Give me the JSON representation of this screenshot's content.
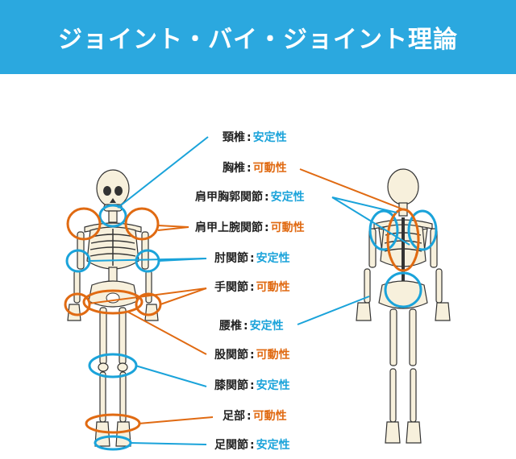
{
  "header": {
    "title": "ジョイント・バイ・ジョイント理論"
  },
  "colors": {
    "header_bg": "#2ba8df",
    "stable": "#1aa3da",
    "mobile": "#e06a12",
    "bone_fill": "#f7f0dc",
    "bone_stroke": "#333333"
  },
  "labels": [
    {
      "joint": "頸椎",
      "sep": ":",
      "role": "安定性",
      "kind": "stable"
    },
    {
      "joint": "胸椎",
      "sep": ":",
      "role": "可動性",
      "kind": "mobile"
    },
    {
      "joint": "肩甲胸郭関節",
      "sep": ":",
      "role": "安定性",
      "kind": "stable"
    },
    {
      "joint": "肩甲上腕関節",
      "sep": ":",
      "role": "可動性",
      "kind": "mobile"
    },
    {
      "joint": "肘関節",
      "sep": ":",
      "role": "安定性",
      "kind": "stable"
    },
    {
      "joint": "手関節",
      "sep": ":",
      "role": "可動性",
      "kind": "mobile"
    },
    {
      "joint": "腰椎",
      "sep": ":",
      "role": "安定性",
      "kind": "stable"
    },
    {
      "joint": "股関節",
      "sep": ":",
      "role": "可動性",
      "kind": "mobile"
    },
    {
      "joint": "膝関節",
      "sep": ":",
      "role": "安定性",
      "kind": "stable"
    },
    {
      "joint": "足部",
      "sep": ":",
      "role": "可動性",
      "kind": "mobile"
    },
    {
      "joint": "足関節",
      "sep": ":",
      "role": "安定性",
      "kind": "stable"
    }
  ]
}
